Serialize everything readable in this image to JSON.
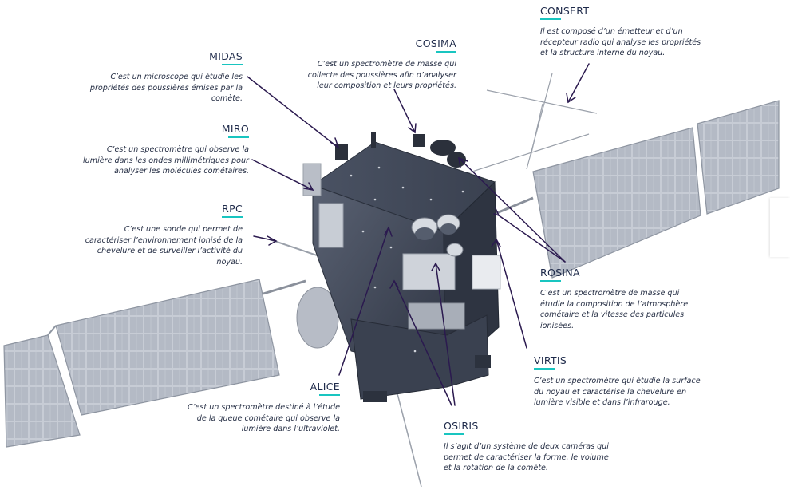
{
  "instruments": {
    "midas": {
      "name": "MIDAS",
      "desc": "C’est un microscope qui étudie les propriétés des poussières émises par la comète."
    },
    "miro": {
      "name": "MIRO",
      "desc": "C’est un spectromètre qui observe la lumière dans les ondes millimétriques pour analyser les molécules cométaires."
    },
    "rpc": {
      "name": "RPC",
      "desc": "C’est une sonde qui permet de caractériser l’environnement ionisé de la chevelure et de surveiller l’activité du noyau."
    },
    "cosima": {
      "name": "COSIMA",
      "desc": "C’est un spectromètre de masse qui collecte des poussières afin d’analyser leur composition et leurs propriétés."
    },
    "consert": {
      "name": "CONSERT",
      "desc": "Il est composé d’un émetteur et d’un récepteur radio qui analyse les propriétés et la structure interne du noyau."
    },
    "rosina": {
      "name": "ROSINA",
      "desc": "C’est un spectromètre de masse qui étudie la composition de l’atmosphère cométaire et la vitesse des particules ionisées."
    },
    "virtis": {
      "name": "VIRTIS",
      "desc": "C’est un spectromètre qui étudie la surface du noyau et caractérise la chevelure en lumière visible et dans l’infrarouge."
    },
    "alice": {
      "name": "ALICE",
      "desc": "C’est un spectromètre destiné à l’étude de la queue cométaire qui observe la lumière dans l’ultraviolet."
    },
    "osiris": {
      "name": "OSIRIS",
      "desc": "Il s’agit d’un système de deux caméras qui permet de caractériser la forme, le volume et la rotation de la comète."
    }
  },
  "colors": {
    "title": "#1e2a4a",
    "underline_accent": "#19c5c0",
    "leader_line": "#2b1a4f",
    "panel_fill": "#c5cad3",
    "panel_cell": "#aeb4bf",
    "body_dark": "#3a4150",
    "body_top": "#4a5263"
  }
}
